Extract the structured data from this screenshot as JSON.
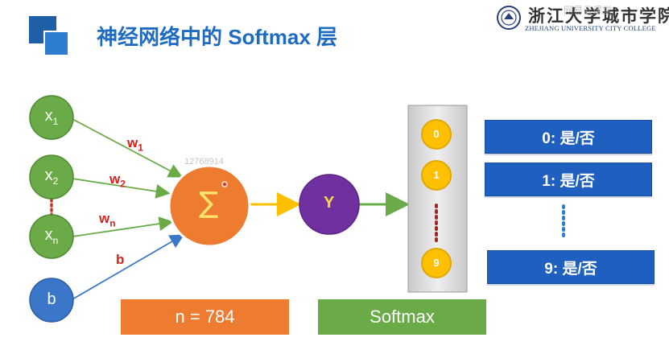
{
  "header": {
    "title": "神经网络中的 Softmax 层",
    "college_cn": "浙江大学城市学院",
    "college_en": "ZHEJIANG UNIVERSITY CITY COLLEGE",
    "watermark": "网易云课堂"
  },
  "diagram": {
    "inputs": [
      {
        "var": "x",
        "sub": "1"
      },
      {
        "var": "x",
        "sub": "2"
      },
      {
        "var": "x",
        "sub": "n"
      },
      {
        "var": "b",
        "sub": ""
      }
    ],
    "weights": [
      {
        "var": "w",
        "sub": "1"
      },
      {
        "var": "w",
        "sub": "2"
      },
      {
        "var": "w",
        "sub": "n"
      },
      {
        "var": "b",
        "sub": ""
      }
    ],
    "sum_symbol": "∑",
    "output_node": "Y",
    "id_text": "12768914",
    "softmax_outputs": [
      "0",
      "1",
      "9"
    ],
    "result_boxes": [
      "0: 是/否",
      "1: 是/否",
      "9: 是/否"
    ],
    "bottom_labels": {
      "n_box": "n = 784",
      "softmax_box": "Softmax"
    }
  },
  "colors": {
    "title_blue": "#1e6bc2",
    "input_green": "#6aab48",
    "bias_blue": "#3a77c8",
    "sum_orange": "#ed7c31",
    "output_purple": "#7030a0",
    "yellow": "#ffc000",
    "box_blue": "#1f5fbf"
  }
}
